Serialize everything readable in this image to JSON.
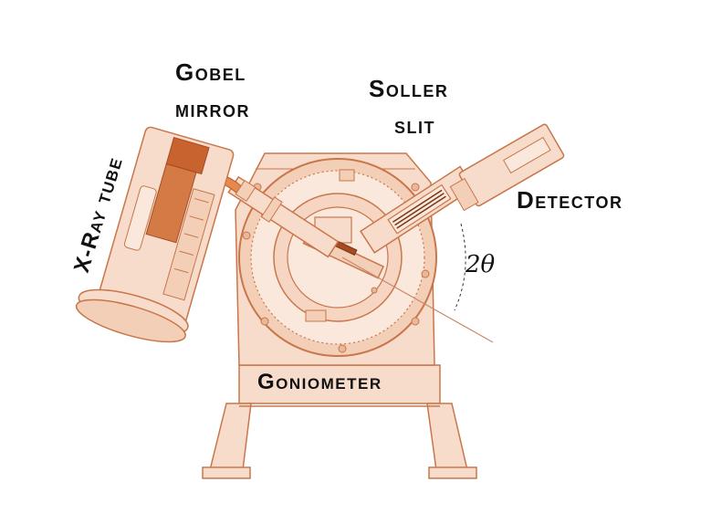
{
  "labels": {
    "gobel_line1": "Gobel",
    "gobel_line2": "mirror",
    "soller_line1": "Soller",
    "soller_line2": "slit",
    "xray_tube": "X-Ray tube",
    "detector": "Detector",
    "goniometer": "Goniometer",
    "angle": "2θ"
  },
  "colors": {
    "body_fill": "#f8dccb",
    "body_light": "#fbe8dc",
    "outline": "#c8764a",
    "accent": "#c8622e",
    "dark_accent": "#a64b22",
    "text": "#111111",
    "beam": "#c98a6a"
  }
}
